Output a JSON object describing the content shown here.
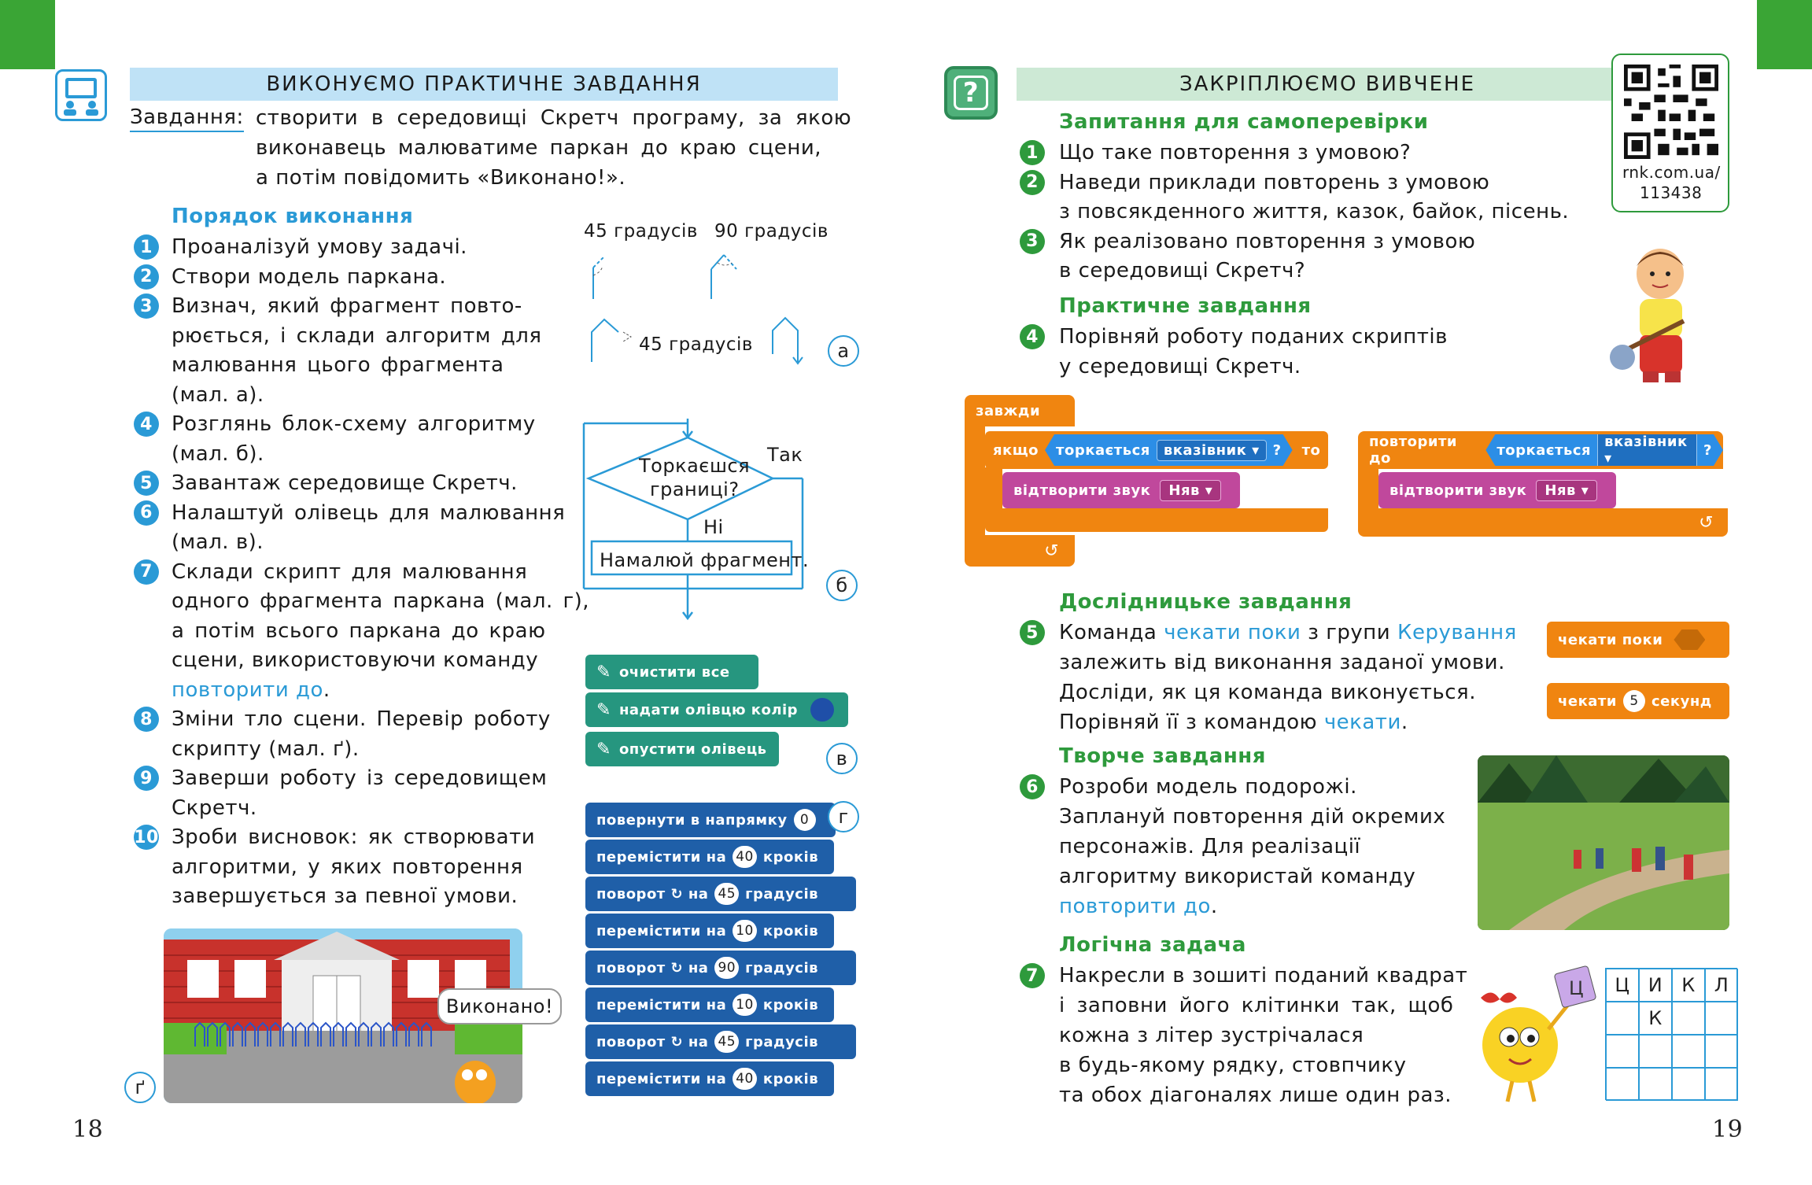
{
  "left": {
    "banner": "ВИКОНУЄМО ПРАКТИЧНЕ ЗАВДАННЯ",
    "task_label": "Завдання:",
    "task_lines": [
      "створити в середовищі Скретч програму, за якою",
      "виконавець малюватиме паркан до краю сцени,",
      "а потім повідомить «Виконано!»."
    ],
    "order_heading": "Порядок виконання",
    "steps": [
      {
        "num": "1",
        "lines": [
          "Проаналізуй умову задачі."
        ]
      },
      {
        "num": "2",
        "lines": [
          "Створи модель паркана."
        ]
      },
      {
        "num": "3",
        "lines": [
          "Визнач, який фрагмент повто-",
          "рюється, і склади алгоритм для",
          "малювання цього фрагмента",
          "(мал. а)."
        ]
      },
      {
        "num": "4",
        "lines": [
          "Розглянь блок-схему алгоритму",
          "(мал. б)."
        ]
      },
      {
        "num": "5",
        "lines": [
          "Завантаж середовище Скретч."
        ]
      },
      {
        "num": "6",
        "lines": [
          "Налаштуй олівець для малювання",
          "(мал. в)."
        ]
      },
      {
        "num": "7",
        "lines": [
          "Склади скрипт для малювання",
          "одного фрагмента паркана (мал. г),",
          "а потім всього паркана до краю",
          "сцени, використовуючи команду"
        ]
      },
      {
        "num": "8",
        "lines": [
          "Зміни тло сцени. Перевір роботу",
          "скрипту (мал. ґ)."
        ]
      },
      {
        "num": "9",
        "lines": [
          "Заверши роботу із середовищем",
          "Скретч."
        ]
      },
      {
        "num": "10",
        "lines": [
          "Зроби висновок: як створювати",
          "алгоритми, у яких повторення",
          "завершується за певної умови."
        ]
      }
    ],
    "step7_link": "повторити до",
    "angle_labels": [
      "45 градусів",
      "90 градусів",
      "45 градусів"
    ],
    "fig_labels": [
      "а",
      "б",
      "в",
      "г",
      "ґ"
    ],
    "flow": {
      "condition_line1": "Торкаєшся",
      "condition_line2": "границі?",
      "yes": "Так",
      "no": "Ні",
      "action": "Намалюй фрагмент."
    },
    "pen_blocks": [
      "очистити все",
      "надати олівцю колір",
      "опустити олівець"
    ],
    "script": [
      {
        "a": "повернути в напрямку",
        "v": "0",
        "b": ""
      },
      {
        "a": "перемістити на",
        "v": "40",
        "b": "кроків"
      },
      {
        "a": "поворот ↻ на",
        "v": "45",
        "b": "градусів"
      },
      {
        "a": "перемістити на",
        "v": "10",
        "b": "кроків"
      },
      {
        "a": "поворот ↻ на",
        "v": "90",
        "b": "градусів"
      },
      {
        "a": "перемістити на",
        "v": "10",
        "b": "кроків"
      },
      {
        "a": "поворот ↻ на",
        "v": "45",
        "b": "градусів"
      },
      {
        "a": "перемістити на",
        "v": "40",
        "b": "кроків"
      }
    ],
    "speech": "Виконано!",
    "page": "18"
  },
  "right": {
    "banner": "ЗАКРІПЛЮЄМО ВИВЧЕНЕ",
    "qr_text1": "rnk.com.ua/",
    "qr_text2": "113438",
    "h1": "Запитання для самоперевірки",
    "q": [
      {
        "num": "1",
        "lines": [
          "Що таке повторення з умовою?"
        ]
      },
      {
        "num": "2",
        "lines": [
          "Наведи приклади повторень з умовою",
          "з повсякденного життя, казок, байок, пісень."
        ]
      },
      {
        "num": "3",
        "lines": [
          "Як реалізовано повторення з умовою",
          "в середовищі Скретч?"
        ]
      }
    ],
    "h2": "Практичне завдання",
    "q4": {
      "num": "4",
      "lines": [
        "Порівняй роботу поданих скриптів",
        "у середовищі Скретч."
      ]
    },
    "script1": {
      "forever": "завжди",
      "if": "якщо",
      "touching": "торкається",
      "pointer": "вказівник",
      "q": "?",
      "then": "то",
      "play": "відтворити звук",
      "sound": "Няв"
    },
    "script2": {
      "repeat": "повторити до",
      "touching": "торкається",
      "pointer": "вказівник",
      "q": "?",
      "play": "відтворити звук",
      "sound": "Няв"
    },
    "h3": "Дослідницьке завдання",
    "q5": {
      "num": "5",
      "l1a": "Команда ",
      "l1b": "чекати поки",
      "l1c": " з групи ",
      "l1d": "Керування",
      "l2": "залежить від виконання заданої умови.",
      "l3": "Досліди, як ця команда виконується.",
      "l4a": "Порівняй її з командою ",
      "l4b": "чекати",
      "l4c": "."
    },
    "wait_until": "чекати поки",
    "wait": {
      "a": "чекати",
      "v": "5",
      "b": "секунд"
    },
    "h4": "Творче завдання",
    "q6": {
      "num": "6",
      "lines": [
        "Розроби модель подорожі.",
        "Заплануй повторення дій окремих",
        "персонажів. Для реалізації",
        "алгоритму використай команду"
      ],
      "link": "повторити до",
      "end": "."
    },
    "h5": "Логічна задача",
    "q7": {
      "num": "7",
      "lines": [
        "Накресли в зошиті поданий квадрат",
        "і заповни його клітинки так, щоб",
        "кожна з літер зустрічалася",
        "в будь-якому рядку, стовпчику",
        "та обох діагоналях лише один раз."
      ]
    },
    "grid": [
      [
        "Ц",
        "И",
        "К",
        "Л"
      ],
      [
        "",
        "К",
        "",
        ""
      ],
      [
        "",
        "",
        "",
        ""
      ],
      [
        "",
        "",
        "",
        ""
      ]
    ],
    "cube_letter": "Ц",
    "page": "19"
  }
}
